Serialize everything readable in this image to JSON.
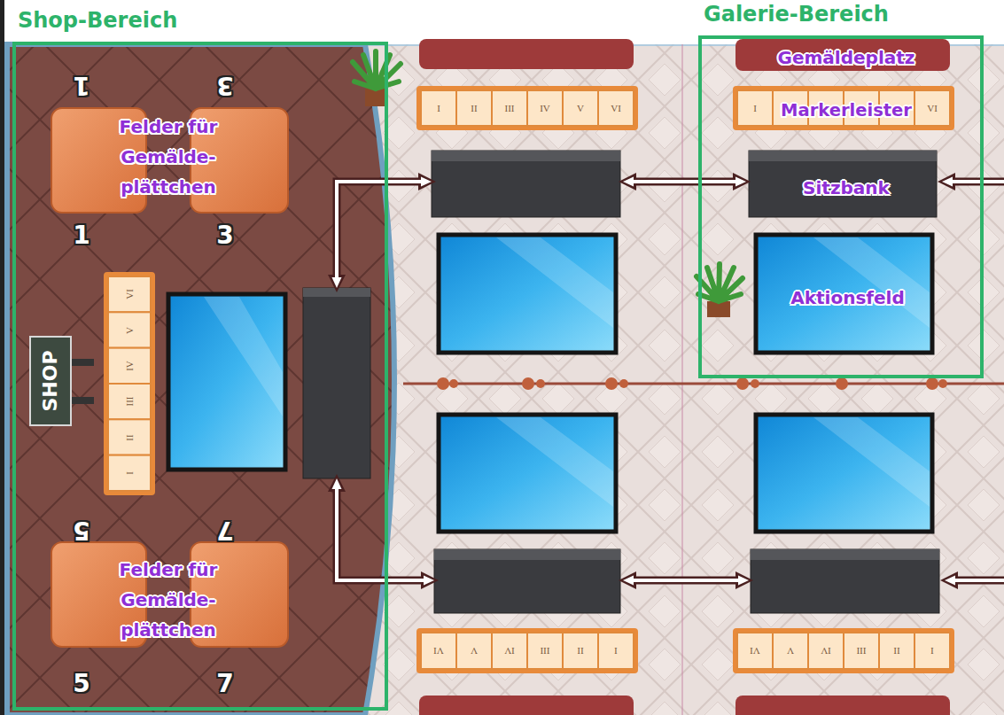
{
  "diagram": {
    "nodes": [
      {
        "text": [
          "Shop-Bereich"
        ]
      },
      {
        "text": [
          "Galerie-Bereich"
        ]
      },
      {
        "text": [
          "Gemäldeplatz"
        ],
        "in": 1
      },
      {
        "text": [
          "Markerleister"
        ],
        "in": 1
      },
      {
        "text": [
          "Sitzbank"
        ],
        "in": 1
      },
      {
        "text": [
          "Aktionsfeld"
        ],
        "in": 1
      }
    ],
    "labels": [
      "1",
      "3",
      "Felder für Gemälde- plättchen",
      "1",
      "3",
      "SHOP",
      "VI",
      "V",
      "IV",
      "III",
      "II",
      "I",
      "5",
      "7",
      "Felder für Gemälde- plättchen",
      "5",
      "7",
      "I",
      "II",
      "III",
      "IV",
      "V",
      "VI",
      "I",
      "VI",
      "VI",
      "V",
      "IV",
      "III",
      "II",
      "I",
      "VI",
      "V",
      "IV",
      "III",
      "II",
      "I"
    ]
  }
}
